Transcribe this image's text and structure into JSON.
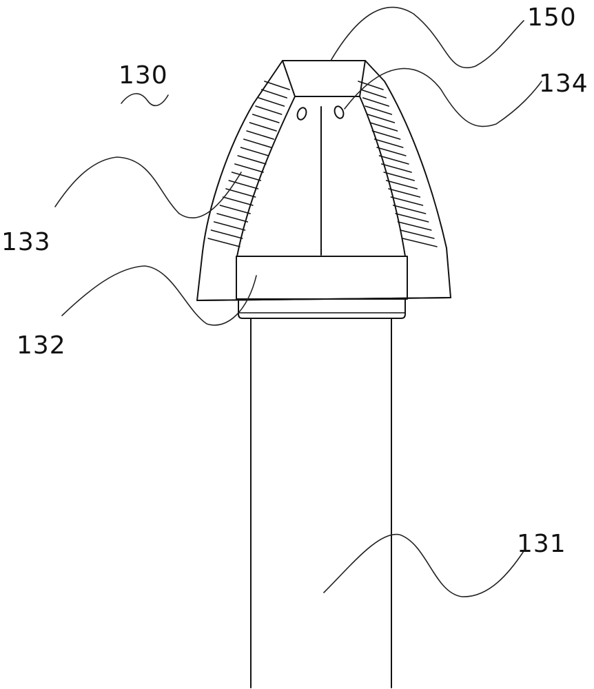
{
  "figure": {
    "labels": {
      "assembly": "130",
      "tip": "150",
      "hole": "134",
      "coil": "133",
      "collar": "132",
      "shaft": "131"
    }
  }
}
